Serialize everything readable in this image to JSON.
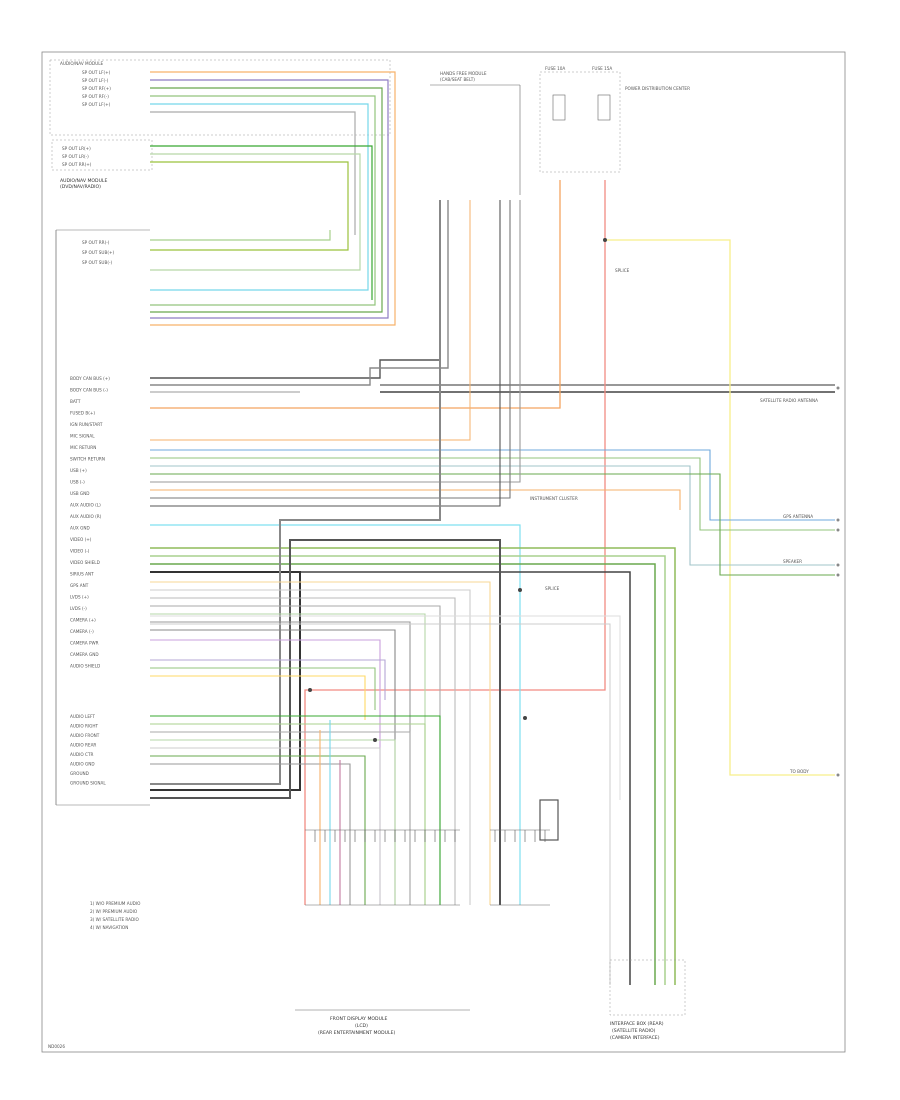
{
  "diagram": {
    "footer_code": "ND0026",
    "frame": "outer-border",
    "radio_title": "AUDIO/NAV MODULE",
    "radio_sub": "(DVD/NAV/RADIO)",
    "left_pins_top": [
      "SP OUT LF(+)",
      "SP OUT LF(-)",
      "SP OUT RF(+)",
      "SP OUT RF(-)",
      "SP OUT LF(+)"
    ],
    "left_pins_mid": [
      "SP OUT LR(+)",
      "SP OUT LR(-)",
      "SP OUT RR(+)",
      "SP OUT RR(-)",
      "SP OUT SUB(+)",
      "SP OUT SUB(-)"
    ],
    "left_pins_lower": [
      "BODY CAN BUS (+)",
      "BODY CAN BUS (-)",
      "BATT",
      "FUSED B(+)",
      "IGN RUN/START",
      "MIC SIGNAL",
      "MIC RETURN",
      "SWITCH RETURN",
      "USB (+)",
      "USB (-)",
      "USB GND",
      "AUX AUDIO (L)",
      "AUX AUDIO (R)",
      "AUX GND",
      "VIDEO (+)",
      "VIDEO (-)",
      "VIDEO SHIELD",
      "SIRIUS ANT",
      "GPS ANT",
      "LVDS (+)",
      "LVDS (-)",
      "CAMERA (+)",
      "CAMERA (-)",
      "CAMERA PWR",
      "CAMERA GND",
      "AUDIO SHIELD"
    ],
    "left_pins_bottom": [
      "AUDIO LEFT",
      "AUDIO RIGHT",
      "AUDIO FRONT",
      "AUDIO REAR",
      "AUDIO CTR",
      "AUDIO GND",
      "GROUND",
      "GROUND SIGNAL"
    ],
    "notes": [
      "1) W/O PREMIUM AUDIO",
      "2) W/ PREMIUM AUDIO",
      "3) W/ SATELLITE RADIO",
      "4) W/ NAVIGATION"
    ],
    "top_conn_label": "HANDS FREE MODULE",
    "top_conn_sub": "(CAB/SEAT BELT)",
    "fuse_a": "FUSE 10A",
    "fuse_b": "FUSE 15A",
    "fuse_note": "POWER DISTRIBUTION CENTER",
    "right_label_1": "SATELLITE RADIO ANTENNA",
    "right_label_2": "GPS ANTENNA",
    "right_label_3": "SPLICE",
    "right_label_4": "SPEAKER",
    "right_label_5": "TO BODY",
    "center_label": "INSTRUMENT CLUSTER",
    "splice_label": "SPLICE",
    "bottom_left_conn": "FRONT DISPLAY MODULE",
    "bottom_left_sub": "(LCD)",
    "bottom_left_sub2": "(REAR ENTERTAINMENT MODULE)",
    "bottom_right_conn": "INTERFACE BOX (REAR)",
    "bottom_right_sub": "(SATELLITE RADIO)",
    "bottom_right_sub2": "(CAMERA INTERFACE)"
  }
}
